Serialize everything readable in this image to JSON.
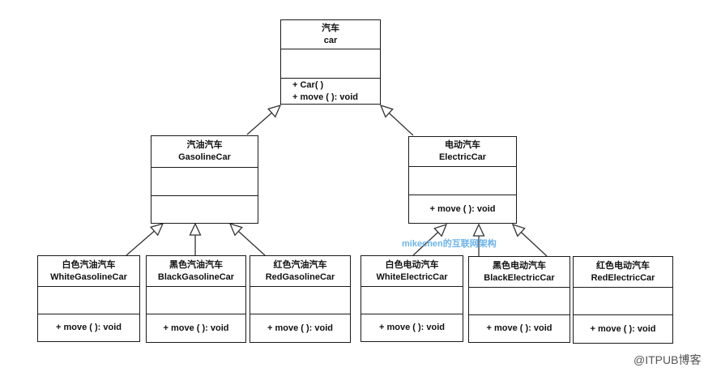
{
  "classes": {
    "car": {
      "cn": "汽车",
      "en": "car",
      "ops": [
        "+ Car( )",
        "+ move ( ):  void"
      ]
    },
    "gasoline": {
      "cn": "汽油汽车",
      "en": "GasolineCar",
      "ops": []
    },
    "electric": {
      "cn": "电动汽车",
      "en": "ElectricCar",
      "ops": [
        "+ move ( ):  void"
      ]
    },
    "white_gas": {
      "cn": "白色汽油汽车",
      "en": "WhiteGasolineCar",
      "ops": [
        "+ move ( ):  void"
      ]
    },
    "black_gas": {
      "cn": "黑色汽油汽车",
      "en": "BlackGasolineCar",
      "ops": [
        "+ move ( ):  void"
      ]
    },
    "red_gas": {
      "cn": "红色汽油汽车",
      "en": "RedGasolineCar",
      "ops": [
        "+ move ( ):  void"
      ]
    },
    "white_ele": {
      "cn": "白色电动汽车",
      "en": "WhiteElectricCar",
      "ops": [
        "+ move ( ):  void"
      ]
    },
    "black_ele": {
      "cn": "黑色电动汽车",
      "en": "BlackElectricCar",
      "ops": [
        "+ move ( ):  void"
      ]
    },
    "red_ele": {
      "cn": "红色电动汽车",
      "en": "RedElectricCar",
      "ops": [
        "+ move ( ):  void"
      ]
    }
  },
  "watermark": "mikechen的互联网架构",
  "corner_mark": "@ITPUB博客"
}
